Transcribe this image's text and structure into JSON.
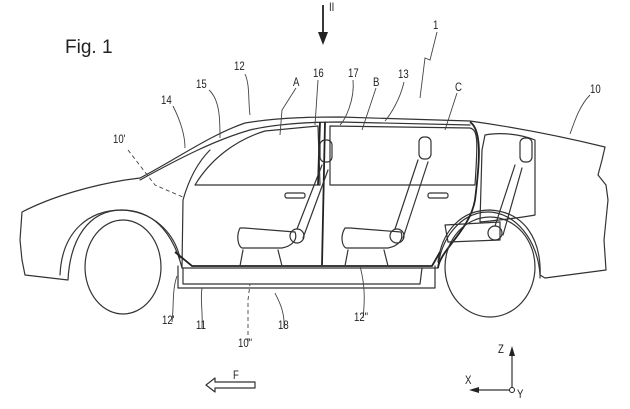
{
  "figure": {
    "title": "Fig. 1",
    "view_marker": "II",
    "labels": {
      "vehicle": "1",
      "body": "10",
      "front_end": "10'",
      "floor_ref": "10\"",
      "sill": "11",
      "frame": "12",
      "frame_front": "12'",
      "frame_rear": "12\"",
      "rear_pillar": "13",
      "a_pillar": "14",
      "window_front": "15",
      "roof_rail": "16",
      "roof_inner": "17",
      "floor": "18",
      "seat_row_a": "A",
      "seat_row_b": "B",
      "seat_row_c": "C"
    },
    "direction_label": "F",
    "axes": {
      "z": "Z",
      "x": "X",
      "y": "Y"
    }
  }
}
